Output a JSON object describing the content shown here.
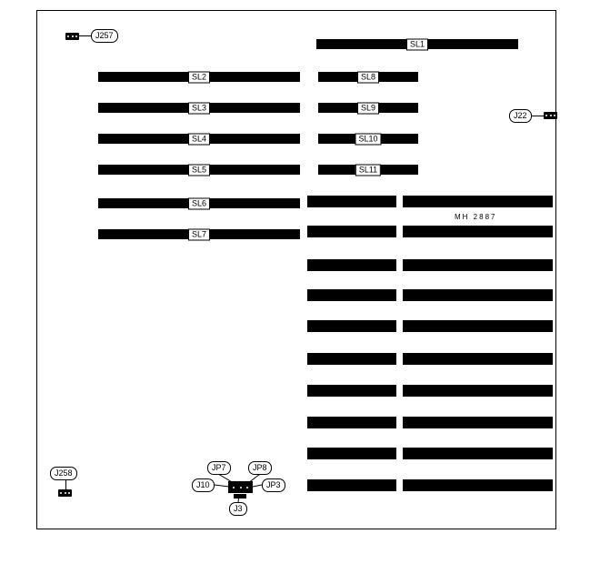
{
  "slots": {
    "top": {
      "label": "SL1"
    },
    "left": [
      {
        "label": "SL2"
      },
      {
        "label": "SL3"
      },
      {
        "label": "SL4"
      },
      {
        "label": "SL5"
      },
      {
        "label": "SL6"
      },
      {
        "label": "SL7"
      }
    ],
    "right": [
      {
        "label": "SL8"
      },
      {
        "label": "SL9"
      },
      {
        "label": "SL10"
      },
      {
        "label": "SL11"
      }
    ]
  },
  "memory": {
    "part_label": "MH 2887",
    "slot_count": 10
  },
  "connectors": {
    "j257": "J257",
    "j22": "J22",
    "j258": "J258",
    "jp7": "JP7",
    "jp8": "JP8",
    "j10": "J10",
    "jp3": "JP3",
    "j3": "J3"
  },
  "colors": {
    "bar": "#000000",
    "background": "#ffffff",
    "outline": "#000000"
  }
}
